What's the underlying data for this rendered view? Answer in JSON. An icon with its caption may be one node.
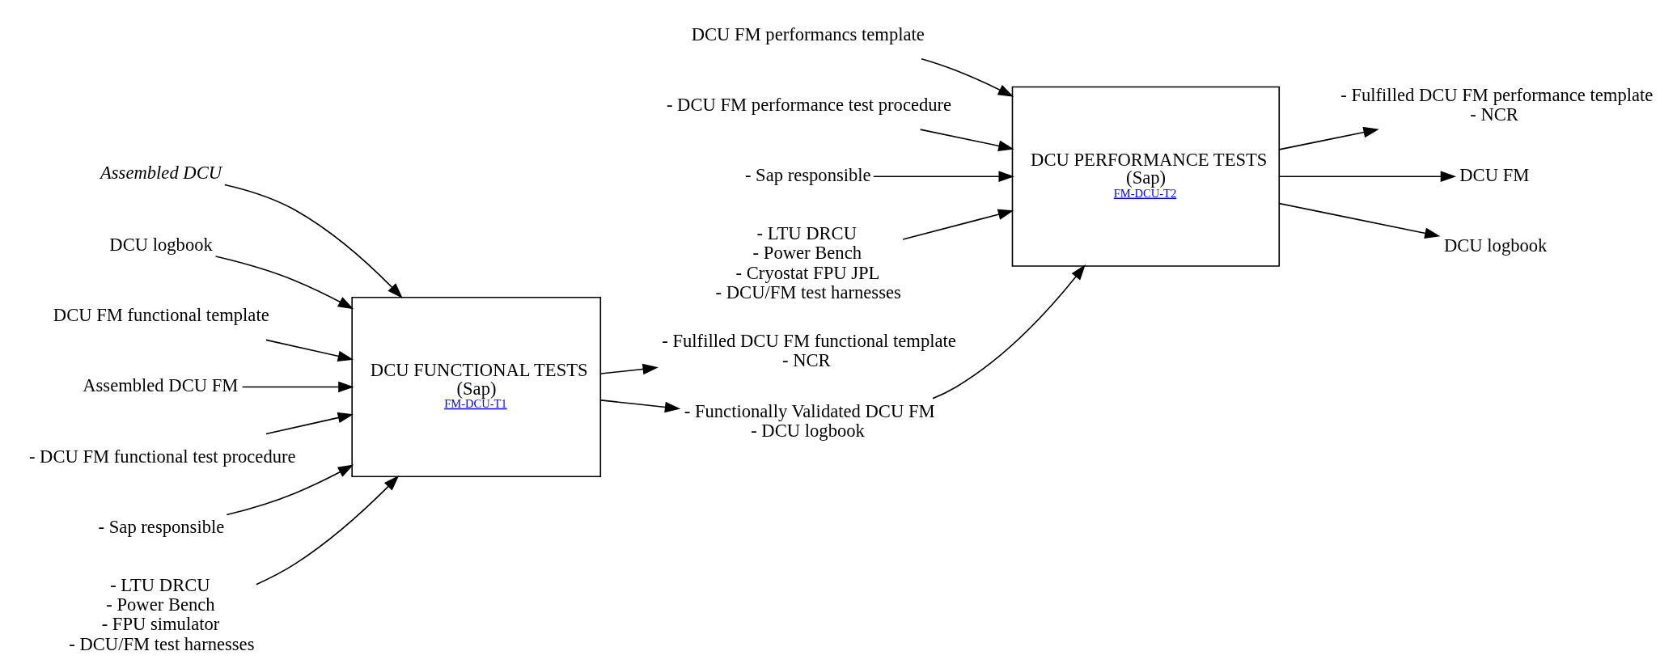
{
  "diagram": {
    "nodes": [
      {
        "text": [
          "DCU FUNCTIONAL TESTS",
          "(Sap)",
          "FM-DCU-T1"
        ]
      },
      {
        "text": [
          "Assembled DCU"
        ]
      },
      {
        "text": [
          "DCU logbook"
        ]
      },
      {
        "text": [
          "DCU FM functional template"
        ]
      },
      {
        "text": [
          "Assembled DCU FM"
        ]
      },
      {
        "text": [
          "- Fulfilled DCU FM functional template",
          "- NCR"
        ]
      },
      {
        "text": [
          "- Functionally Validated DCU FM",
          "- DCU logbook"
        ]
      },
      {
        "text": [
          "DCU PERFORMANCE TESTS",
          "(Sap)",
          "FM-DCU-T2"
        ]
      },
      {
        "text": [
          "DCU FM performancs template"
        ]
      },
      {
        "text": [
          "- DCU FM functional test procedure"
        ]
      },
      {
        "text": [
          "- Sap responsible"
        ]
      },
      {
        "text": [
          "- LTU DRCU",
          "- Power Bench",
          "- FPU simulator",
          "- DCU/FM test harnesses"
        ]
      },
      {
        "text": [
          "- Fulfilled DCU FM performance template",
          "- NCR"
        ]
      },
      {
        "text": [
          "DCU FM"
        ]
      },
      {
        "text": [
          "DCU logbook"
        ]
      },
      {
        "text": [
          "- DCU FM performance test procedure"
        ]
      },
      {
        "text": [
          "- Sap responsible"
        ]
      },
      {
        "text": [
          "- LTU DRCU",
          "- Power Bench",
          "- Cryostat FPU JPL",
          "- DCU/FM test harnesses"
        ]
      }
    ],
    "edges": [
      {
        "from": 1,
        "to": 0,
        "arrow": "to"
      },
      {
        "from": 2,
        "to": 0,
        "arrow": "to"
      },
      {
        "from": 3,
        "to": 0,
        "arrow": "to"
      },
      {
        "from": 4,
        "to": 0,
        "arrow": "to"
      },
      {
        "from": 0,
        "to": 5,
        "arrow": "to"
      },
      {
        "from": 0,
        "to": 6,
        "arrow": "to"
      },
      {
        "from": 9,
        "to": 0,
        "arrow": "to"
      },
      {
        "from": 10,
        "to": 0,
        "arrow": "to"
      },
      {
        "from": 11,
        "to": 0,
        "arrow": "to"
      },
      {
        "from": 6,
        "to": 7,
        "arrow": "to"
      },
      {
        "from": 8,
        "to": 7,
        "arrow": "to"
      },
      {
        "from": 7,
        "to": 12,
        "arrow": "to"
      },
      {
        "from": 7,
        "to": 13,
        "arrow": "to"
      },
      {
        "from": 7,
        "to": 14,
        "arrow": "to"
      },
      {
        "from": 15,
        "to": 7,
        "arrow": "to"
      },
      {
        "from": 16,
        "to": 7,
        "arrow": "to"
      },
      {
        "from": 17,
        "to": 7,
        "arrow": "to"
      }
    ]
  }
}
